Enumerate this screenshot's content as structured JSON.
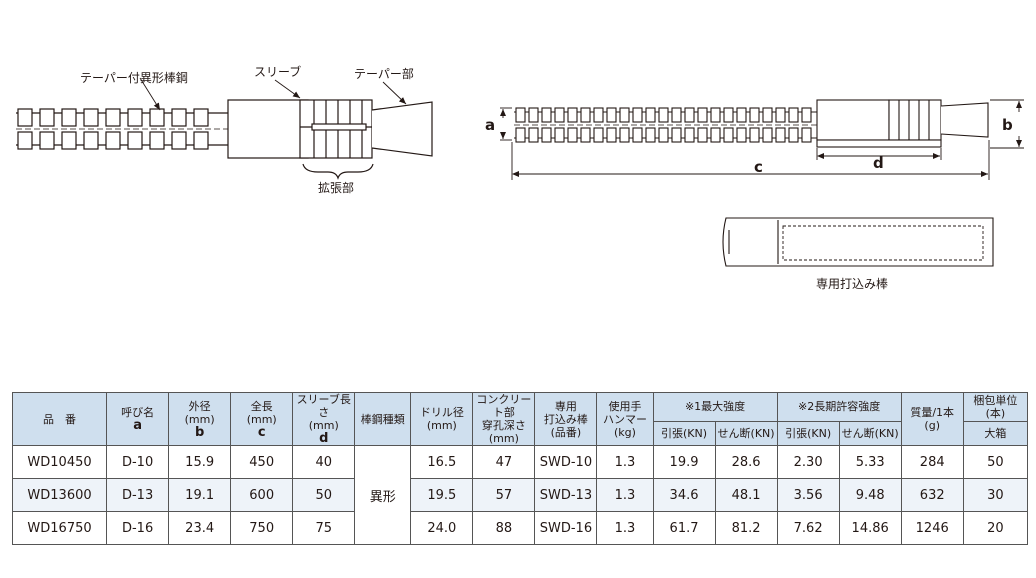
{
  "labels": {
    "taper_rebar": "テーパー付異形棒鋼",
    "sleeve": "スリーブ",
    "taper_part": "テーパー部",
    "expansion_part": "拡張部",
    "driving_rod": "専用打込み棒",
    "dim_a": "a",
    "dim_b": "b",
    "dim_c": "c",
    "dim_d": "d"
  },
  "table": {
    "headers": {
      "product_no": "品　番",
      "call_name": "呼び名",
      "call_name_sym": "a",
      "outer_dia": "外径",
      "outer_dia_unit": "(mm)",
      "outer_dia_sym": "b",
      "total_len": "全長",
      "total_len_unit": "(mm)",
      "total_len_sym": "c",
      "sleeve_len": "スリーブ長さ",
      "sleeve_len_unit": "(mm)",
      "sleeve_len_sym": "d",
      "steel_type": "棒鋼種類",
      "drill_dia": "ドリル径",
      "drill_dia_unit": "(mm)",
      "hole_depth_1": "コンクリート部",
      "hole_depth_2": "穿孔深さ",
      "hole_depth_unit": "(mm)",
      "rod_1": "専用",
      "rod_2": "打込み棒",
      "rod_3": "(品番)",
      "hammer_1": "使用手",
      "hammer_2": "ハンマー",
      "hammer_unit": "(kg)",
      "max_strength": "※1最大強度",
      "allow_strength": "※2長期許容強度",
      "tension": "引張(KN)",
      "shear": "せん断(KN)",
      "mass": "質量/1本",
      "mass_unit": "(g)",
      "pack_unit": "梱包単位(本)",
      "big_box": "大箱"
    },
    "material": "異形",
    "rows": [
      {
        "product": "WD10450",
        "call": "D-10",
        "b": "15.9",
        "c": "450",
        "d": "40",
        "drill": "16.5",
        "depth": "47",
        "rod": "SWD-10",
        "hammer": "1.3",
        "max_t": "19.9",
        "max_s": "28.6",
        "allow_t": "2.30",
        "allow_s": "5.33",
        "mass": "284",
        "pack": "50"
      },
      {
        "product": "WD13600",
        "call": "D-13",
        "b": "19.1",
        "c": "600",
        "d": "50",
        "drill": "19.5",
        "depth": "57",
        "rod": "SWD-13",
        "hammer": "1.3",
        "max_t": "34.6",
        "max_s": "48.1",
        "allow_t": "3.56",
        "allow_s": "9.48",
        "mass": "632",
        "pack": "30"
      },
      {
        "product": "WD16750",
        "call": "D-16",
        "b": "23.4",
        "c": "750",
        "d": "75",
        "drill": "24.0",
        "depth": "88",
        "rod": "SWD-16",
        "hammer": "1.3",
        "max_t": "61.7",
        "max_s": "81.2",
        "allow_t": "7.62",
        "allow_s": "14.86",
        "mass": "1246",
        "pack": "20"
      }
    ]
  }
}
